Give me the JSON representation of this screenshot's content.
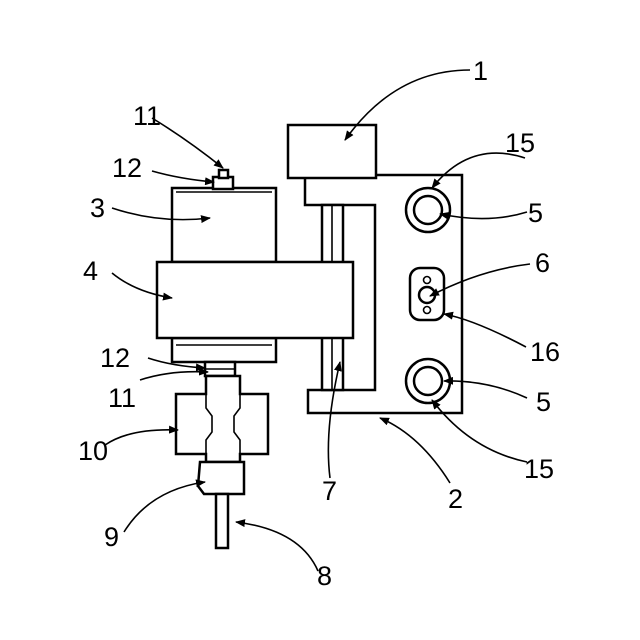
{
  "labels": {
    "n1": "1",
    "n2": "2",
    "n3": "3",
    "n4": "4",
    "n5_upper": "5",
    "n5_lower": "5",
    "n6": "6",
    "n7": "7",
    "n8": "8",
    "n9": "9",
    "n10": "10",
    "n11_upper": "11",
    "n11_lower": "11",
    "n12_upper": "12",
    "n12_lower": "12",
    "n15_upper": "15",
    "n15_lower": "15",
    "n16": "16"
  }
}
